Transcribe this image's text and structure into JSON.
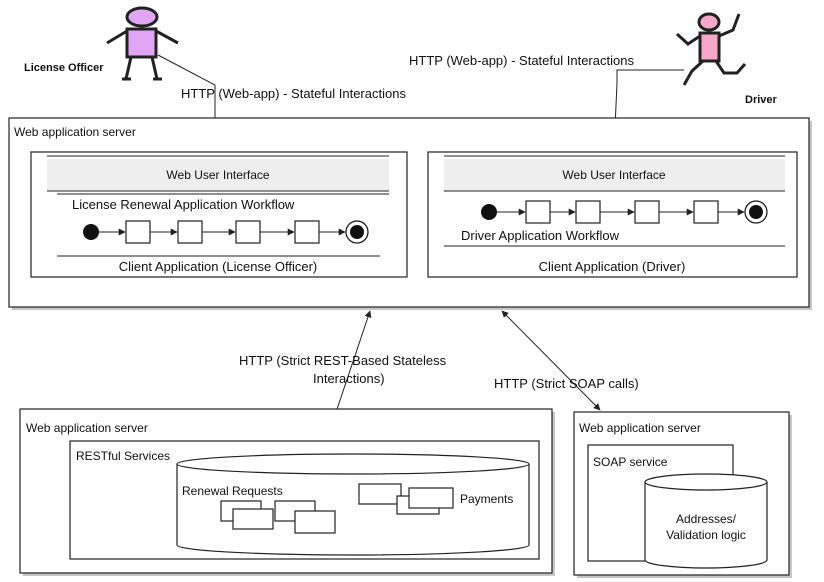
{
  "actors": {
    "license_officer": {
      "label": "License Officer",
      "color": "#e0a6f5"
    },
    "driver": {
      "label": "Driver",
      "color": "#f7a8c8"
    }
  },
  "edges": {
    "officer_http": "HTTP (Web-app) - Stateful Interactions",
    "driver_http": "HTTP (Web-app) - Stateful Interactions",
    "rest_line1": "HTTP  (Strict REST-Based Stateless",
    "rest_line2": "Interactions)",
    "soap": "HTTP  (Strict SOAP calls)"
  },
  "main_server": {
    "label": "Web application server",
    "officer_app": {
      "ui": "Web User Interface",
      "workflow": "License Renewal Application Workflow",
      "client": "Client Application (License Officer)"
    },
    "driver_app": {
      "ui": "Web User Interface",
      "workflow": "Driver Application Workflow",
      "client": "Client Application (Driver)"
    }
  },
  "rest_server": {
    "label": "Web application server",
    "services": "RESTful Services",
    "renewal": "Renewal Requests",
    "payments": "Payments"
  },
  "soap_server": {
    "label": "Web application server",
    "service": "SOAP service",
    "db_line1": "Addresses/",
    "db_line2": "Validation logic"
  },
  "colors": {
    "ui_bar": "#eeeeee",
    "shadow": "#999999"
  }
}
